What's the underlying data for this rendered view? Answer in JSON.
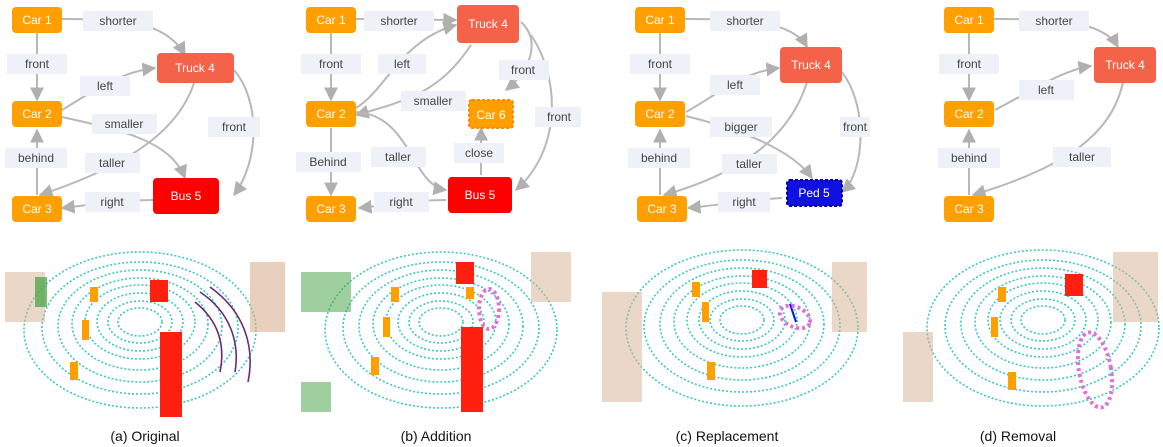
{
  "panels": [
    {
      "caption": "(a) Original",
      "nodes": {
        "car1": {
          "label": "Car 1",
          "style": "car"
        },
        "car2": {
          "label": "Car 2",
          "style": "car"
        },
        "car3": {
          "label": "Car 3",
          "style": "car"
        },
        "truck": {
          "label": "Truck 4",
          "style": "truck"
        },
        "bus": {
          "label": "Bus 5",
          "style": "bus"
        }
      },
      "relations": [
        "shorter",
        "front",
        "left",
        "smaller",
        "front",
        "behind",
        "taller",
        "right"
      ]
    },
    {
      "caption": "(b) Addition",
      "nodes": {
        "car1": {
          "label": "Car 1",
          "style": "car"
        },
        "car2": {
          "label": "Car 2",
          "style": "car"
        },
        "car3": {
          "label": "Car 3",
          "style": "car"
        },
        "truck": {
          "label": "Truck 4",
          "style": "truck"
        },
        "bus": {
          "label": "Bus 5",
          "style": "bus"
        },
        "car6": {
          "label": "Car 6",
          "style": "car-added"
        }
      },
      "relations": [
        "shorter",
        "front",
        "left",
        "front",
        "smaller",
        "front",
        "Behind",
        "taller",
        "close",
        "right"
      ]
    },
    {
      "caption": "(c) Replacement",
      "nodes": {
        "car1": {
          "label": "Car 1",
          "style": "car"
        },
        "car2": {
          "label": "Car 2",
          "style": "car"
        },
        "car3": {
          "label": "Car 3",
          "style": "car"
        },
        "truck": {
          "label": "Truck 4",
          "style": "truck"
        },
        "ped": {
          "label": "Ped 5",
          "style": "ped-replaced"
        }
      },
      "relations": [
        "shorter",
        "front",
        "left",
        "bigger",
        "front",
        "behind",
        "taller",
        "right"
      ]
    },
    {
      "caption": "(d) Removal",
      "nodes": {
        "car1": {
          "label": "Car 1",
          "style": "car"
        },
        "car2": {
          "label": "Car 2",
          "style": "car"
        },
        "car3": {
          "label": "Car 3",
          "style": "car"
        },
        "truck": {
          "label": "Truck 4",
          "style": "truck"
        }
      },
      "relations": [
        "shorter",
        "front",
        "left",
        "behind",
        "taller"
      ]
    }
  ],
  "colors": {
    "car": "#ffa000",
    "truck": "#f4624a",
    "bus": "#ff0000",
    "ped": "#1010e0",
    "edge": "#b8b8b8",
    "edge_label_bg": "#eef1f7",
    "lidar_ring": "#3cc8c0",
    "highlight": "#e070d8"
  }
}
